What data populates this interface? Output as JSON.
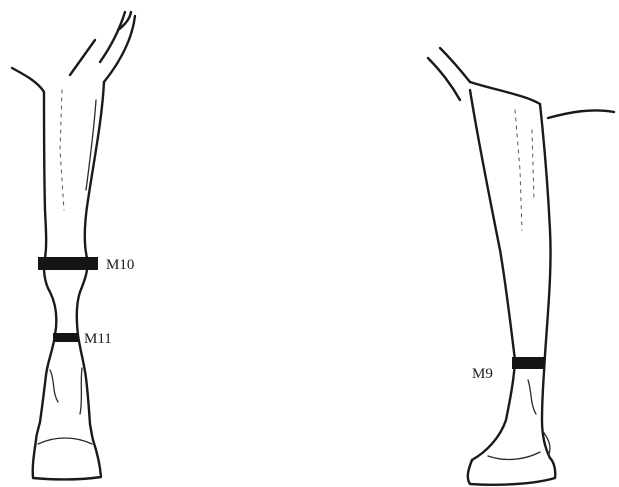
{
  "labels": {
    "m10": "M10",
    "m11": "M11",
    "m9": "M9"
  },
  "colors": {
    "ink": "#1a1a1a",
    "band": "#151515",
    "background": "#ffffff"
  }
}
